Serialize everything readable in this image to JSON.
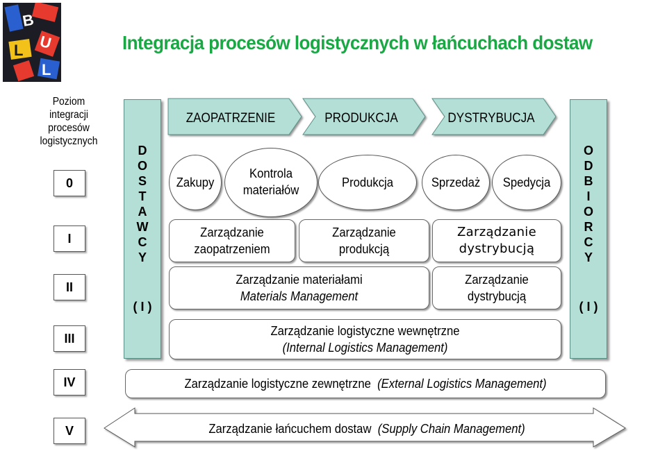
{
  "title": "Integracja procesów logistycznych w łańcuchach dostaw",
  "logo": {
    "text": "BULL"
  },
  "left_heading": "Poziom\nintegracji\nprocesów\nlogistycznych",
  "levels": [
    "0",
    "I",
    "II",
    "III",
    "IV",
    "V"
  ],
  "suppliers": {
    "label": "DOSTAWCY",
    "letters": [
      "D",
      "O",
      "S",
      "T",
      "A",
      "W",
      "C",
      "Y"
    ],
    "paren": "( I )"
  },
  "customers": {
    "label": "ODBIORCY",
    "letters": [
      "O",
      "D",
      "B",
      "I",
      "O",
      "R",
      "C",
      "Y"
    ],
    "paren": "( I )"
  },
  "phases": [
    "ZAOPATRZENIE",
    "PRODUKCJA",
    "DYSTRYBUCJA"
  ],
  "level0": {
    "zakupy": "Zakupy",
    "kontrola": "Kontrola\nmateriałów",
    "produkcja": "Produkcja",
    "sprzedaz": "Sprzedaż",
    "spedycja": "Spedycja"
  },
  "level1": {
    "zaopatrzenie": "Zarządzanie\nzaopatrzeniem",
    "produkcja": "Zarządzanie\nprodukcją",
    "dystrybucja": "Zarządzanie\ndystrybucją"
  },
  "level2": {
    "materialy": "Zarządzanie materiałami",
    "materialy_en": "Materials Management",
    "dystrybucja": "Zarządzanie\ndystrybucją"
  },
  "level3": {
    "pl": "Zarządzanie logistyczne wewnętrzne",
    "en": "(Internal Logistics Management)"
  },
  "level4": {
    "pl": "Zarządzanie logistyczne zewnętrzne",
    "en": "(External Logistics Management)"
  },
  "level5": {
    "pl": "Zarządzanie łańcuchem dostaw",
    "en": "(Supply Chain Management)"
  }
}
